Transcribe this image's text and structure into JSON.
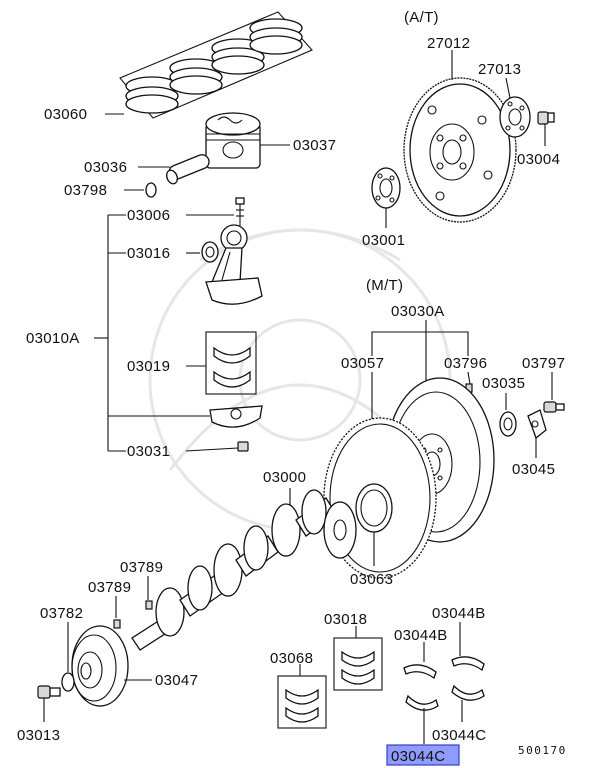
{
  "section_labels": {
    "at": "(A/T)",
    "mt": "(M/T)"
  },
  "parts": {
    "p03060": "03060",
    "p03037": "03037",
    "p03036": "03036",
    "p03798": "03798",
    "p03006": "03006",
    "p03016": "03016",
    "p03010A": "03010A",
    "p03019": "03019",
    "p03031": "03031",
    "p27012": "27012",
    "p27013": "27013",
    "p03004": "03004",
    "p03001": "03001",
    "p03030A": "03030A",
    "p03057": "03057",
    "p03796": "03796",
    "p03797": "03797",
    "p03035": "03035",
    "p03045": "03045",
    "p03000": "03000",
    "p03063": "03063",
    "p03789a": "03789",
    "p03789b": "03789",
    "p03782": "03782",
    "p03047": "03047",
    "p03013": "03013",
    "p03018": "03018",
    "p03068": "03068",
    "p03044B_top": "03044B",
    "p03044B_left": "03044B",
    "p03044C_right": "03044C",
    "p03044C_selected": "03044C"
  },
  "diagram_code": "500170",
  "colors": {
    "highlight_fill": "#8f9bff",
    "highlight_stroke": "#3340c8",
    "line": "#111111",
    "watermark": "#e6e6e6"
  }
}
